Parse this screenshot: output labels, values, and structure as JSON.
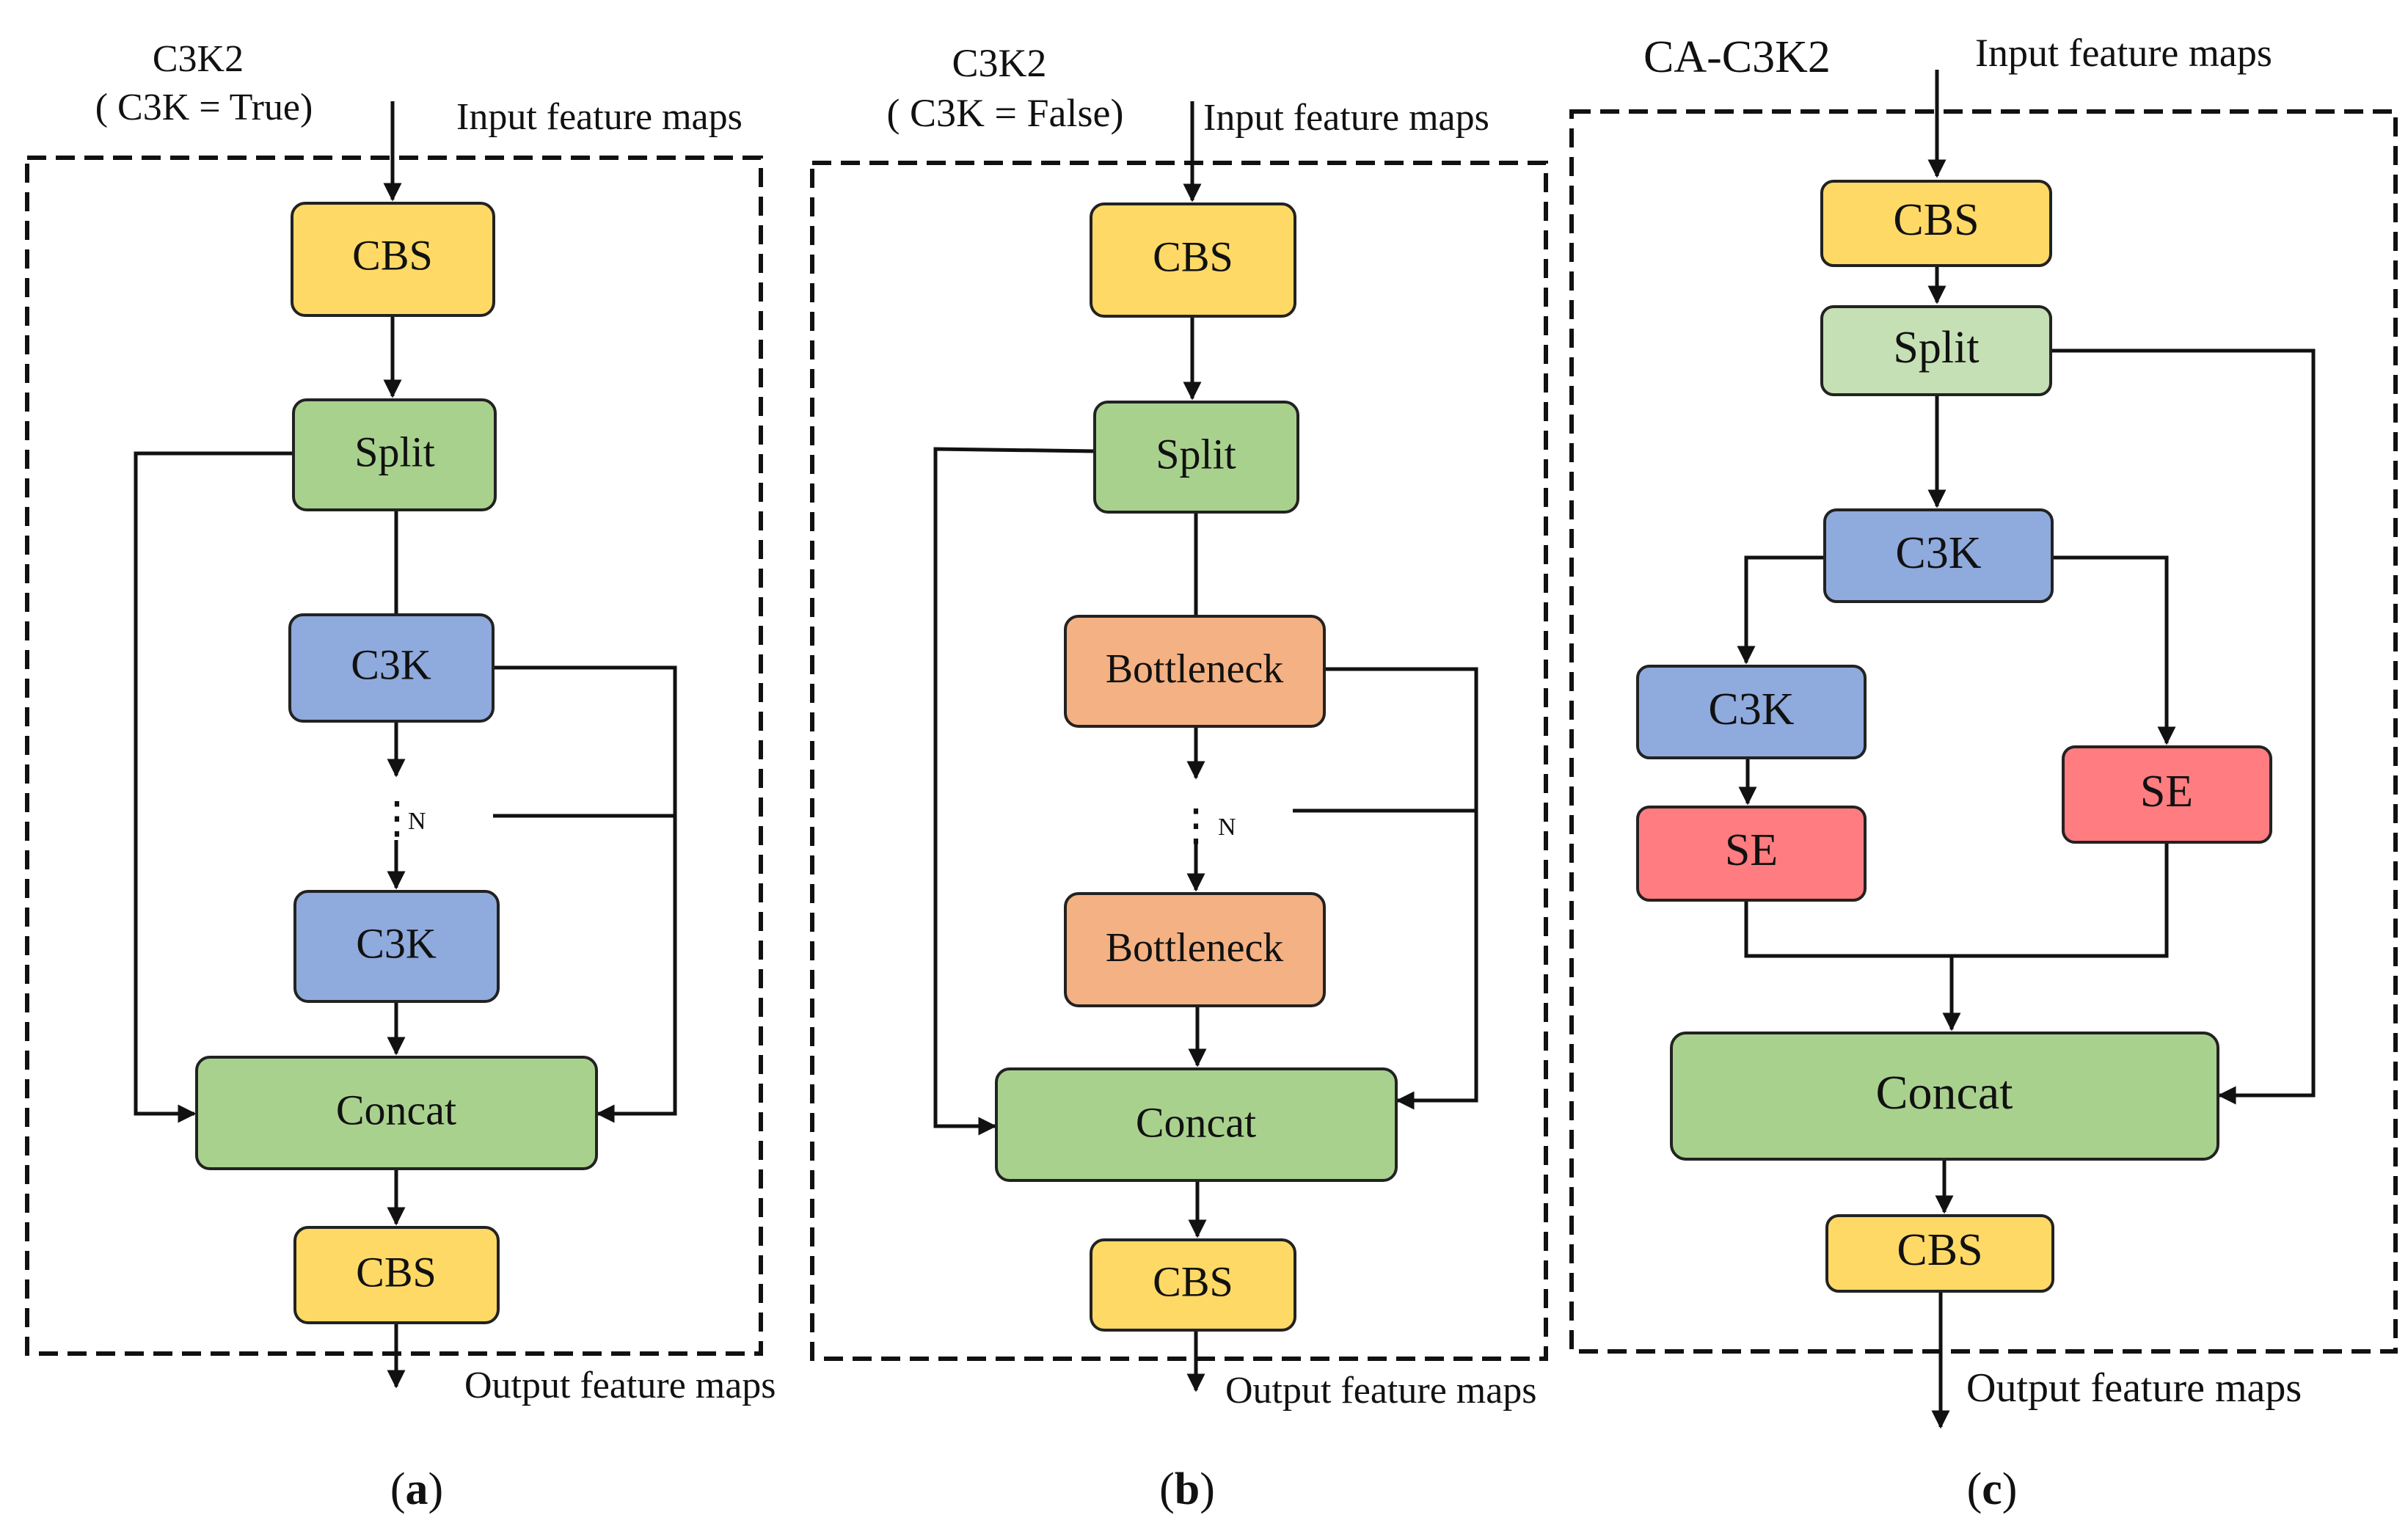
{
  "colors": {
    "cbs": "#FFD966",
    "split_a": "#A9D18E",
    "split_c": "#C5E0B4",
    "c3k": "#8FAADC",
    "bottleneck": "#F4B183",
    "concat": "#A9D18E",
    "se": "#FF7C80"
  },
  "panel_a": {
    "title_line1": "C3K2",
    "title_line2": "( C3K = True)",
    "input_label": "Input feature maps",
    "output_label": "Output feature maps",
    "cbs_top": "CBS",
    "split": "Split",
    "block1": "C3K",
    "repeat": "N",
    "block2": "C3K",
    "concat": "Concat",
    "cbs_bottom": "CBS",
    "caption": "a"
  },
  "panel_b": {
    "title_line1": "C3K2",
    "title_line2": "( C3K = False)",
    "input_label": "Input feature maps",
    "output_label": "Output feature maps",
    "cbs_top": "CBS",
    "split": "Split",
    "block1": "Bottleneck",
    "repeat": "N",
    "block2": "Bottleneck",
    "concat": "Concat",
    "cbs_bottom": "CBS",
    "caption": "b"
  },
  "panel_c": {
    "title": "CA-C3K2",
    "input_label": "Input feature maps",
    "output_label": "Output feature maps",
    "cbs_top": "CBS",
    "split": "Split",
    "c3k_main": "C3K",
    "c3k_left": "C3K",
    "se_left": "SE",
    "se_right": "SE",
    "concat": "Concat",
    "cbs_bottom": "CBS",
    "caption": "c"
  }
}
